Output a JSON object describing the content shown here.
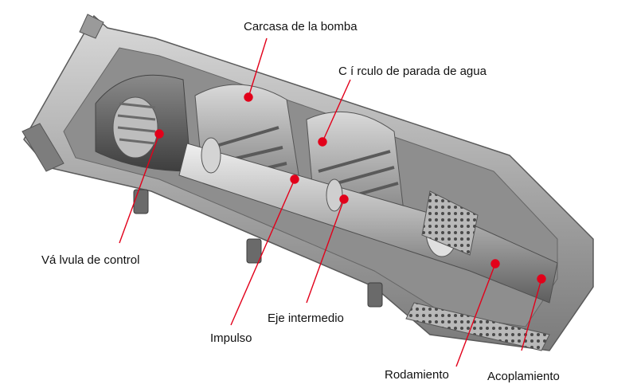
{
  "labels": {
    "carcasa": "Carcasa de la bomba",
    "circulo": "C í rculo de parada de agua",
    "valvula": "Vá lvula de control",
    "eje": "Eje intermedio",
    "impulso": "Impulso",
    "rodamiento": "Rodamiento",
    "acoplamiento": "Acoplamiento"
  },
  "colors": {
    "leader": "#e2001a",
    "metal_dark": "#6e6e6e",
    "metal_mid": "#9a9a9a",
    "metal_light": "#c8c8c8",
    "metal_highlight": "#e6e6e6"
  }
}
